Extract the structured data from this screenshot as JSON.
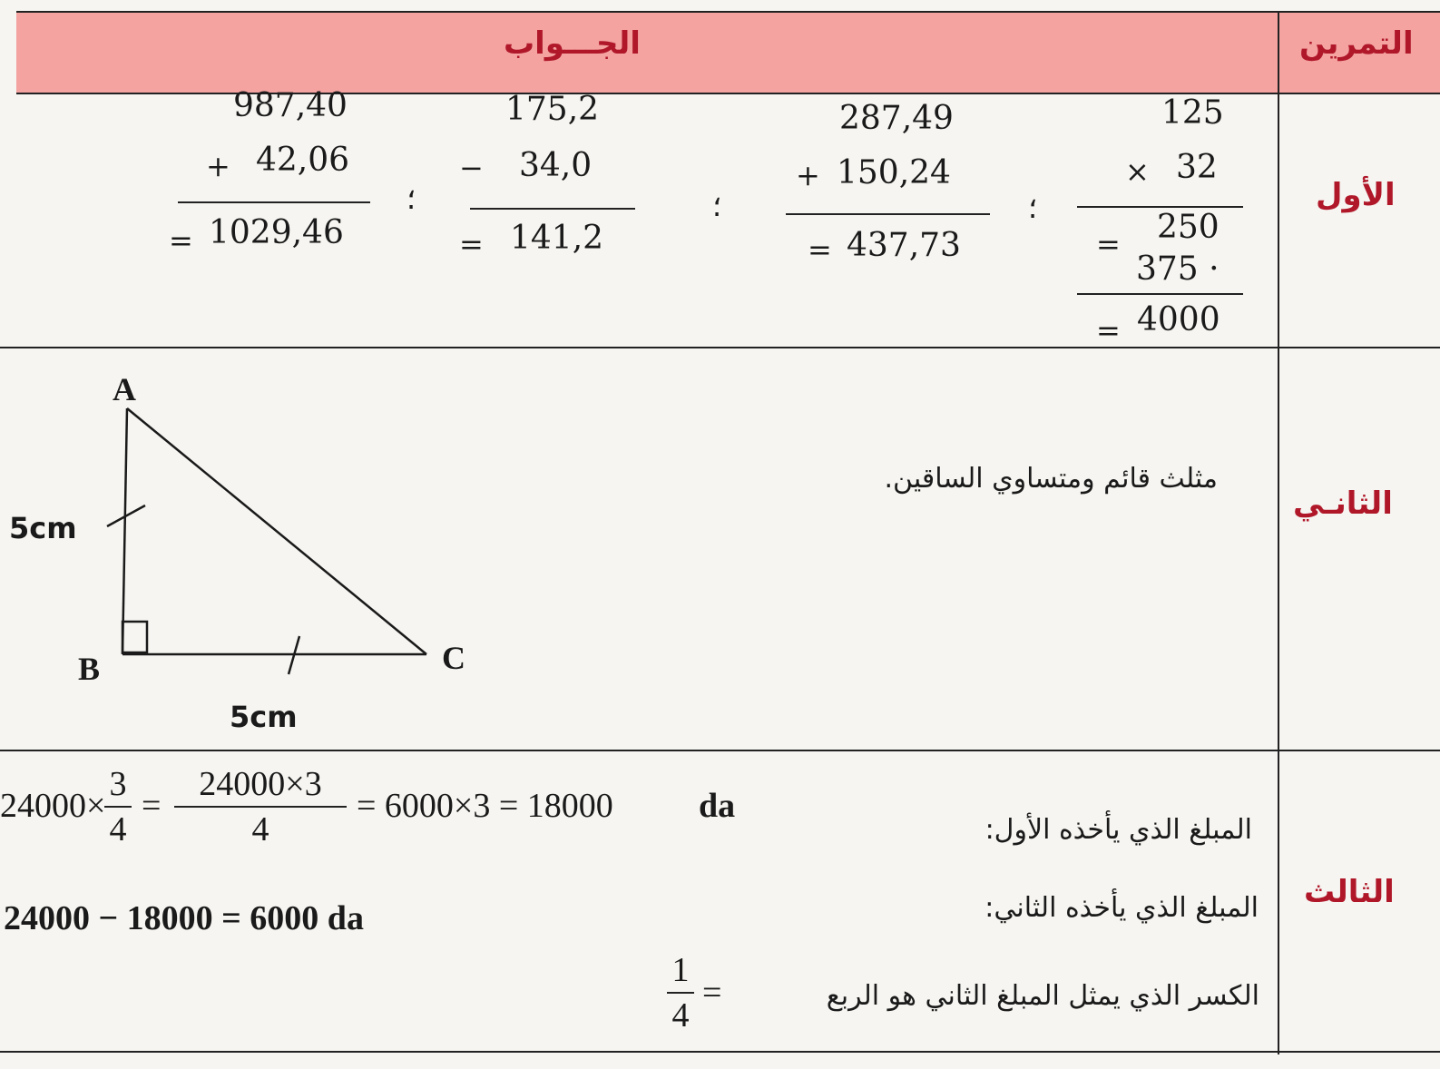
{
  "header": {
    "answer_label": "الجـــواب",
    "exercise_label": "التمرين"
  },
  "rows": {
    "first": {
      "label": "الأول",
      "sep": "؛",
      "mul": {
        "a": "125",
        "op": "×",
        "b": "32",
        "eq": "=",
        "p1": "250",
        "p2": "375 ·",
        "eq2": "=",
        "result": "4000"
      },
      "add2": {
        "a": "287,49",
        "op": "+",
        "b": "150,24",
        "eq": "=",
        "result": "437,73"
      },
      "sub": {
        "a": "175,2",
        "op": "−",
        "b": "34,0",
        "eq": "=",
        "result": "141,2"
      },
      "add1": {
        "a": "987,40",
        "op": "+",
        "b": "42,06",
        "eq": "=",
        "result": "1029,46"
      }
    },
    "second": {
      "label": "الثانـي",
      "statement": "مثلث قائم ومتساوي الساقين.",
      "triangle": {
        "a": "A",
        "b": "B",
        "c": "C",
        "side_ab": "5cm",
        "side_bc": "5cm"
      }
    },
    "third": {
      "label": "الثالث",
      "line1": "المبلغ الذي يأخذه الأول:",
      "line2": "المبلغ الذي يأخذه الثاني:",
      "line3": "الكسر الذي يمثل المبلغ الثاني هو الربع",
      "eq1": {
        "left": "24000×",
        "f1_num": "3",
        "f1_den": "4",
        "eq": "=",
        "f2_num": "24000×3",
        "f2_den": "4",
        "rest": "= 6000×3 = 18000",
        "unit": "da"
      },
      "eq2": "24000 − 18000 = 6000 da",
      "eq3": {
        "eq": "=",
        "num": "1",
        "den": "4"
      }
    }
  }
}
